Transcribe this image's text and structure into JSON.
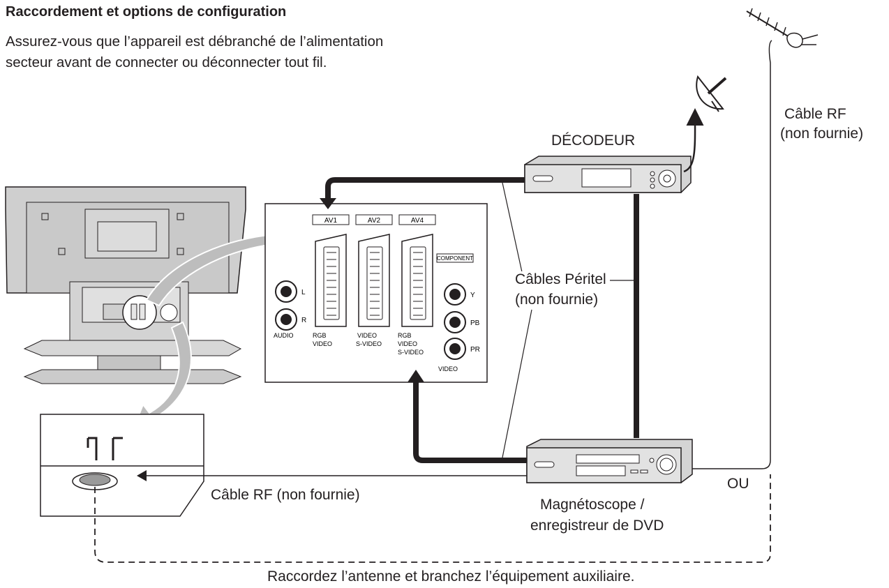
{
  "title": "Raccordement et options de configuration",
  "intro": {
    "line1": "Assurez-vous que l’appareil est débranché de l’alimentation",
    "line2": "secteur avant de connecter ou déconnecter tout fil."
  },
  "labels": {
    "decoder": "DÉCODEUR",
    "rf_cable_top_1": "Câble RF",
    "rf_cable_top_2": "(non fournie)",
    "scart_cables_1": "Câbles Péritel",
    "scart_cables_2": "(non fournie)",
    "rf_cable_bottom": "Câble RF (non fournie)",
    "vcr_1": "Magnétoscope /",
    "vcr_2": "enregistreur de DVD",
    "or": "OU",
    "caption": "Raccordez l’antenne et branchez l’équipement auxiliaire."
  },
  "panel": {
    "av1": "AV1",
    "av2": "AV2",
    "av4": "AV4",
    "component": "COMPONENT",
    "audio_l": "L",
    "audio_r": "R",
    "audio": "AUDIO",
    "rgb": "RGB",
    "video": "VIDEO",
    "s_video": "S-VIDEO",
    "y": "Y",
    "pb": "PB",
    "pr": "PR"
  },
  "colors": {
    "line": "#231f20",
    "tv_fill": "#cfcfcf",
    "arrow_fill": "#bdbdbd",
    "panel_fill": "#ffffff"
  }
}
